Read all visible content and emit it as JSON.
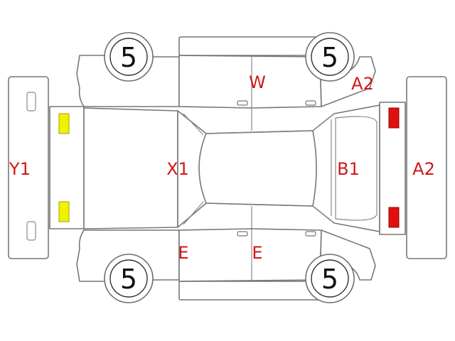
{
  "wheels": {
    "front_left": "5",
    "rear_left": "5",
    "front_right": "5",
    "rear_right": "5"
  },
  "labels": {
    "y1": "Y1",
    "x1": "X1",
    "w": "W",
    "a2_top": "A2",
    "b1": "B1",
    "a2_right": "A2",
    "e_front": "E",
    "e_rear": "E"
  },
  "colors": {
    "headlight": "#f2f200",
    "taillight": "#e01010",
    "code_text": "#d01818",
    "outline": "#777777"
  }
}
